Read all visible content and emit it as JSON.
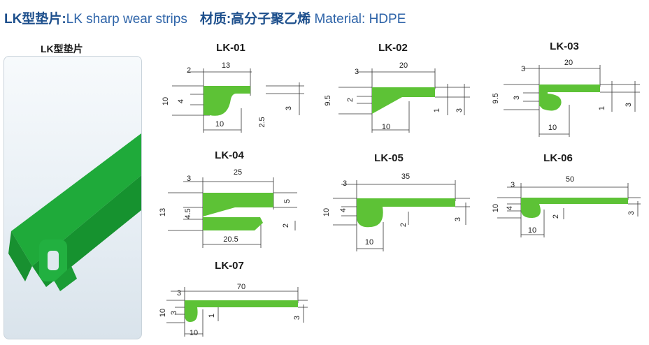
{
  "header": {
    "title_cn": "LK型垫片:",
    "title_en": "LK sharp wear strips",
    "material_label": "材质:高分子聚乙烯",
    "material_en": "Material:  HDPE"
  },
  "photo": {
    "caption": "LK型垫片"
  },
  "colors": {
    "strip_green": "#5dc236",
    "photo_green": "#1faa3a",
    "title_blue": "#1d4f8c"
  },
  "profiles": [
    {
      "label": "LK-01",
      "dims": [
        "2",
        "13",
        "10",
        "4",
        "10",
        "2.5",
        "3"
      ]
    },
    {
      "label": "LK-02",
      "dims": [
        "3",
        "20",
        "9.5",
        "2",
        "10",
        "1",
        "3"
      ]
    },
    {
      "label": "LK-03",
      "dims": [
        "3",
        "20",
        "9.5",
        "3",
        "10",
        "1",
        "3"
      ]
    },
    {
      "label": "LK-04",
      "dims": [
        "3",
        "25",
        "13",
        "4.5",
        "5",
        "20.5",
        "2"
      ]
    },
    {
      "label": "LK-05",
      "dims": [
        "3",
        "35",
        "10",
        "4",
        "10",
        "2",
        "3"
      ]
    },
    {
      "label": "LK-06",
      "dims": [
        "3",
        "50",
        "10",
        "4",
        "10",
        "2",
        "3"
      ]
    },
    {
      "label": "LK-07",
      "dims": [
        "3",
        "70",
        "10",
        "3",
        "10",
        "1",
        "3"
      ]
    }
  ]
}
